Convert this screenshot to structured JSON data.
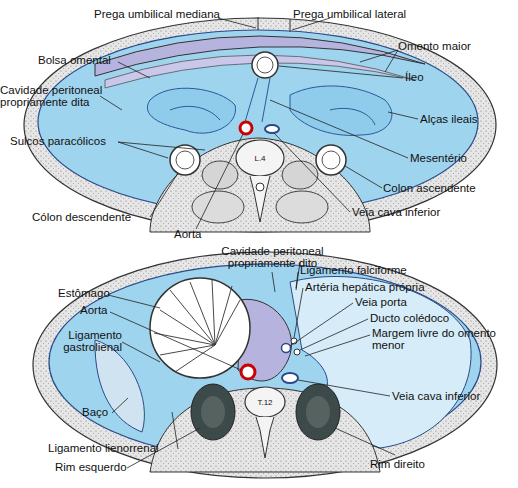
{
  "diagram": {
    "labels": [
      "Prega umbilical mediana",
      "Prega umbilical lateral",
      "Omento maior",
      "Bolsa omental",
      "Cavidade peritoneal propriamente dita",
      "Íleo",
      "Alças ileais",
      "Sulcos paracólicos",
      "Mesentério",
      "Colon ascendente",
      "Cólon descendente",
      "Veia cava inferior",
      "Aorta",
      "L.4",
      "Cavidade peritoneal propriamente dito",
      "Ligamento falciforme",
      "Artéria hepática própria",
      "Estômago",
      "Veia porta",
      "Aorta",
      "Ducto colédoco",
      "Margem livre do omento menor",
      "Ligamento gastrolienal",
      "Veia cava inferior",
      "Baço",
      "Ligamento lienorrenal",
      "Rim esquerdo",
      "Rim direito",
      "T.12"
    ]
  }
}
